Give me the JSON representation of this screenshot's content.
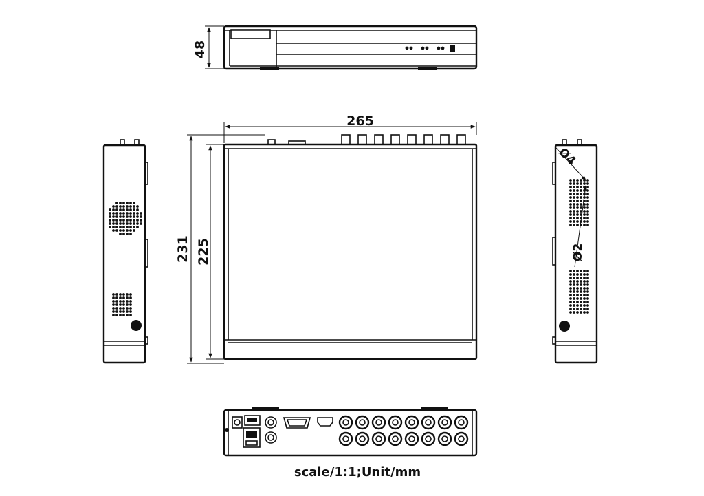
{
  "dimensions": {
    "height": "48",
    "width": "265",
    "depth_overall": "231",
    "depth_body": "225",
    "hole_large": "Ø4",
    "hole_small": "Ø2"
  },
  "footer": {
    "scale_note": "scale/1:1;Unit/mm"
  }
}
